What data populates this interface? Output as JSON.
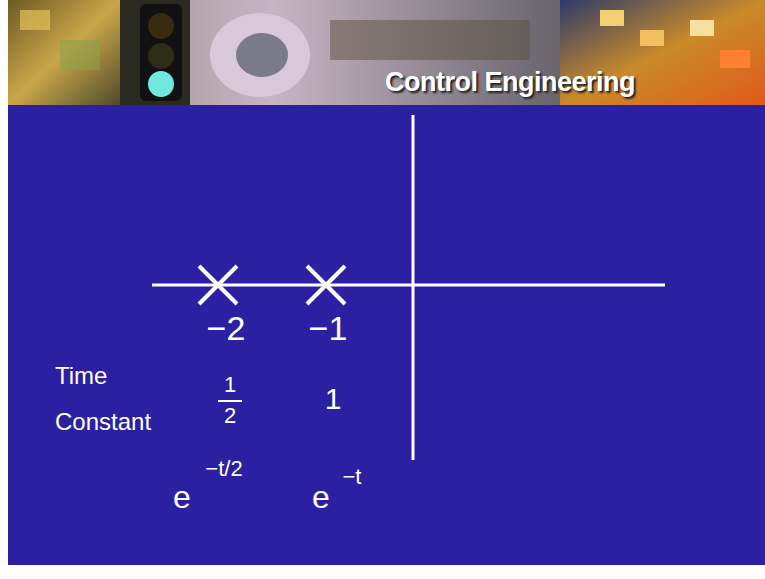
{
  "diagram": {
    "title": "Control Engineering",
    "labels": [
      "−2",
      "−1",
      "Time Constant",
      "1",
      "2",
      "1",
      "e",
      "−t/2",
      "e",
      "−t"
    ]
  }
}
